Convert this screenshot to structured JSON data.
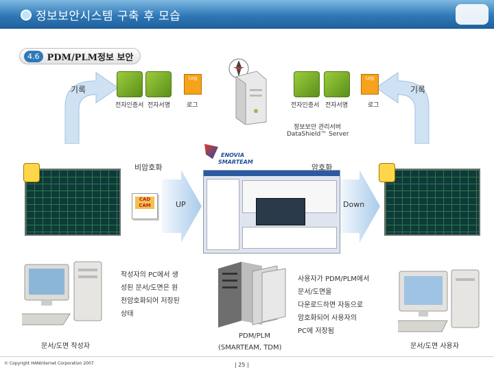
{
  "header": {
    "title": "정보보안시스템 구축 후 모습"
  },
  "section": {
    "number": "4.6",
    "title": "PDM/PLM정보 보안"
  },
  "top": {
    "record_left": "기록",
    "record_right": "기록",
    "left_labels": [
      "전자인증서",
      "전자서명",
      "로그"
    ],
    "right_labels": [
      "전자인증서",
      "전자서명",
      "로그"
    ],
    "log_text": "Log"
  },
  "server": {
    "name": "정보보안 관리서버",
    "product": "DataShield™ Server"
  },
  "middle": {
    "unencrypted": "비암호화",
    "encrypted": "암호화",
    "up": "UP",
    "down": "Down",
    "cad_text": "CAD\nCAM",
    "brand_top": "ENOVIA",
    "brand_bottom": "SMARTEAM"
  },
  "bottom": {
    "left_caption": "문서/도면 작성자",
    "center_text": [
      "작성자의 PC에서 생",
      "성된 문서/도면은 원",
      "천암호화되어 저장된",
      "상태"
    ],
    "server_caption": [
      "PDM/PLM",
      "(SMARTEAM, TDM)"
    ],
    "right_text": [
      "사용자가 PDM/PLM에서",
      "문서/도면을",
      "다운로드하면 자동으로",
      "암호화되어 사용자의",
      "PC에 저장됨"
    ],
    "right_caption": "문서/도면 사용자"
  },
  "footer": {
    "copyright": "© Copyright HANInternet Corporation 2007",
    "page": "| 25 |"
  },
  "colors": {
    "header_blue": "#2f78b8",
    "accent_green": "#6aa31f",
    "log_orange": "#f7a21b",
    "arrow_blue": "#b9d6f0"
  }
}
